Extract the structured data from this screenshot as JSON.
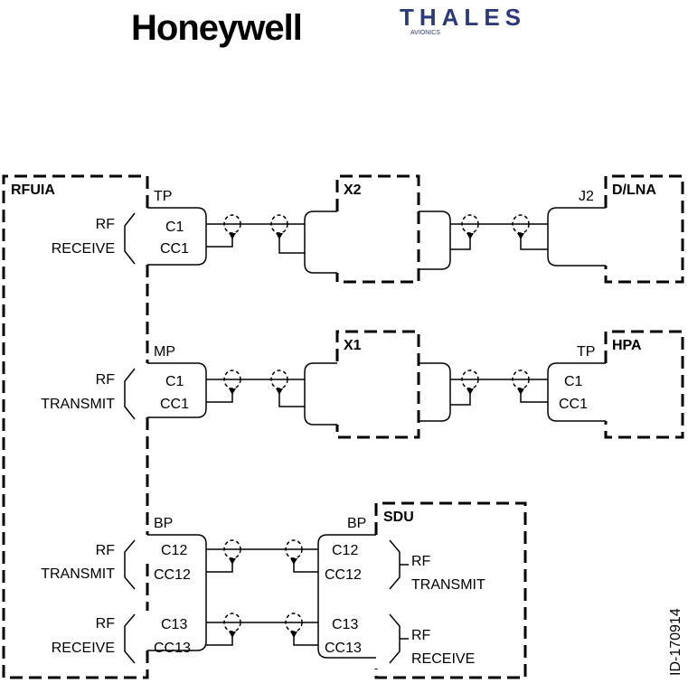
{
  "logos": {
    "honeywell": "Honeywell",
    "thales": "THALES",
    "thales_sub": "AVIONICS"
  },
  "units": {
    "rfuia": "RFUIA",
    "x2": "X2",
    "x1": "X1",
    "dlna": "D/LNA",
    "hpa": "HPA",
    "sdu": "SDU"
  },
  "connectors": {
    "tp_top": "TP",
    "mp": "MP",
    "bp_left": "BP",
    "j2": "J2",
    "tp_hpa": "TP",
    "bp_sdu": "BP"
  },
  "pins": {
    "c1": "C1",
    "cc1": "CC1",
    "c12": "C12",
    "cc12": "CC12",
    "c13": "C13",
    "cc13": "CC13"
  },
  "signals": {
    "rf": "RF",
    "receive": "RECEIVE",
    "transmit": "TRANSMIT"
  },
  "drawing_id": "ID-170914",
  "colors": {
    "line": "#000000",
    "thales": "#2a3a7a"
  }
}
